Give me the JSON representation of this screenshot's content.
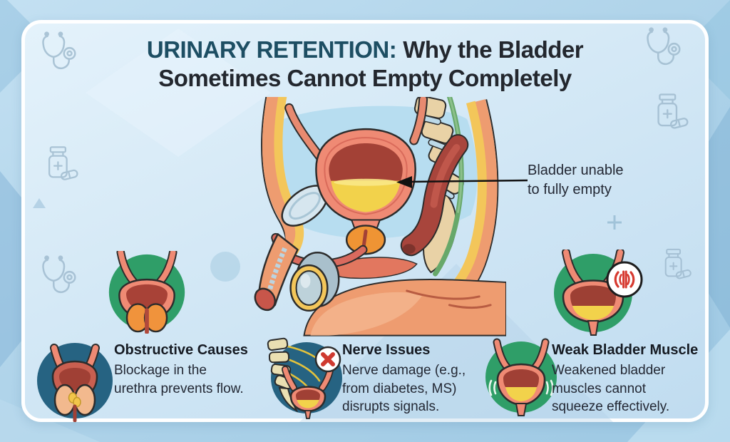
{
  "colors": {
    "page_bg": "#a9cfe8",
    "card_bg": "#d5e9f6",
    "card_border": "#ffffff",
    "title_highlight": "#1d4e63",
    "heading_text": "#23272e",
    "body_text": "#232834",
    "green_badge": "#2f9e68",
    "blue_badge": "#266382",
    "alert_red": "#d6392f",
    "outline_icon": "#9db9cd"
  },
  "header": {
    "title_highlight": "URINARY RETENTION:",
    "title_rest": "Why the Bladder",
    "title_line2": "Sometimes Cannot Empty Completely"
  },
  "diagram": {
    "illustration": "male-pelvis-sagittal-cross-section",
    "annotation": "Bladder unable\nto fully empty"
  },
  "badges": {
    "left": {
      "icon": "bladder-prostate-frontal-icon"
    },
    "right": {
      "icon": "bladder-weak-signal-icon"
    }
  },
  "causes": [
    {
      "icon": "blocked-urethra-badge-icon",
      "title": "Obstructive Causes",
      "description": "Blockage in the\nurethra prevents flow."
    },
    {
      "icon": "spine-nerves-x-badge-icon",
      "title": "Nerve Issues",
      "description": "Nerve damage (e.g.,\nfrom diabetes, MS)\ndisrupts signals."
    },
    {
      "icon": "weak-bladder-badge-icon",
      "title": "Weak Bladder Muscle",
      "description": "Weakened bladder\nmuscles cannot\nsqueeze effectively."
    }
  ],
  "decorative_icons": [
    "stethoscope-icon",
    "pill-bottle-icon"
  ]
}
